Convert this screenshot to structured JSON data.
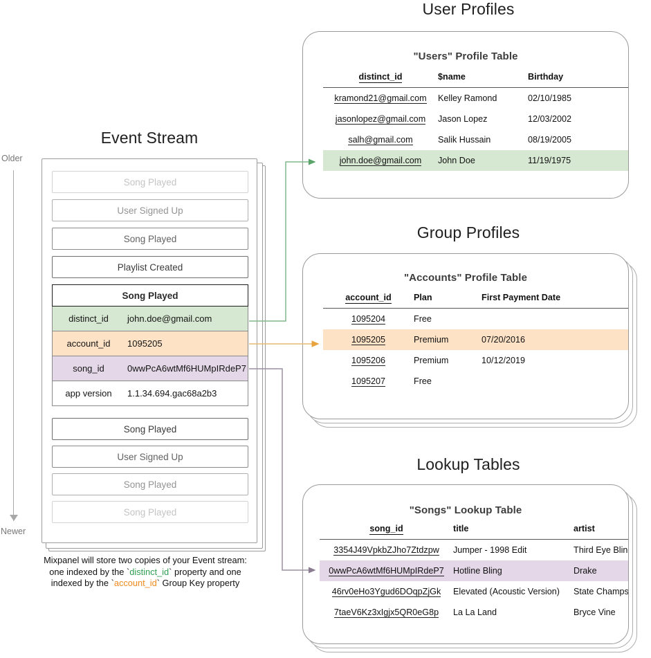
{
  "event_stream": {
    "section_title": "Event Stream",
    "timeline": {
      "older_label": "Older",
      "newer_label": "Newer"
    },
    "events_before": [
      {
        "label": "Song Played",
        "fade": "faded-1"
      },
      {
        "label": "User Signed Up",
        "fade": "faded-2"
      },
      {
        "label": "Song Played",
        "fade": "faded-3"
      },
      {
        "label": "Playlist Created",
        "fade": ""
      }
    ],
    "expanded_event": {
      "title": "Song Played",
      "properties": [
        {
          "key": "distinct_id",
          "value": "john.doe@gmail.com",
          "highlight": "green"
        },
        {
          "key": "account_id",
          "value": "1095205",
          "highlight": "orange"
        },
        {
          "key": "song_id",
          "value": "0wwPcA6wtMf6HUMpIRdeP7",
          "highlight": "purple"
        },
        {
          "key": "app version",
          "value": "1.1.34.694.gac68a2b3",
          "highlight": "none"
        }
      ]
    },
    "events_after": [
      {
        "label": "Song Played",
        "fade": ""
      },
      {
        "label": "User Signed Up",
        "fade": "faded-3"
      },
      {
        "label": "Song Played",
        "fade": "faded-2"
      },
      {
        "label": "Song Played",
        "fade": "faded-1"
      }
    ],
    "caption": {
      "line1": "Mixpanel will store two copies of your Event stream:",
      "line2_pre": "one indexed by the `",
      "line2_token": "distinct_id",
      "line2_post": "` property and one",
      "line3_pre": "indexed by the `",
      "line3_token": "account_id",
      "line3_post": "` Group Key property"
    }
  },
  "user_profiles": {
    "section_title": "User Profiles",
    "table_title": "\"Users\" Profile Table",
    "columns": [
      "distinct_id",
      "$name",
      "Birthday"
    ],
    "rows": [
      {
        "cells": [
          "kramond21@gmail.com",
          "Kelley Ramond",
          "02/10/1985"
        ],
        "highlight": "none"
      },
      {
        "cells": [
          "jasonlopez@gmail.com",
          "Jason Lopez",
          "12/03/2002"
        ],
        "highlight": "none"
      },
      {
        "cells": [
          "salh@gmail.com",
          "Salik Hussain",
          "08/19/2005"
        ],
        "highlight": "none"
      },
      {
        "cells": [
          "john.doe@gmail.com",
          "John Doe",
          "11/19/1975"
        ],
        "highlight": "green"
      }
    ]
  },
  "group_profiles": {
    "section_title": "Group Profiles",
    "table_title": "\"Accounts\" Profile Table",
    "columns": [
      "account_id",
      "Plan",
      "First Payment Date"
    ],
    "rows": [
      {
        "cells": [
          "1095204",
          "Free",
          ""
        ],
        "highlight": "none"
      },
      {
        "cells": [
          "1095205",
          "Premium",
          "07/20/2016"
        ],
        "highlight": "orange"
      },
      {
        "cells": [
          "1095206",
          "Premium",
          "10/12/2019"
        ],
        "highlight": "none"
      },
      {
        "cells": [
          "1095207",
          "Free",
          ""
        ],
        "highlight": "none"
      }
    ]
  },
  "lookup_tables": {
    "section_title": "Lookup Tables",
    "table_title": "\"Songs\" Lookup Table",
    "columns": [
      "song_id",
      "title",
      "artist"
    ],
    "rows": [
      {
        "cells": [
          "3354J49VpkbZJho7Ztdzpw",
          "Jumper - 1998 Edit",
          "Third Eye Blind"
        ],
        "highlight": "none"
      },
      {
        "cells": [
          "0wwPcA6wtMf6HUMpIRdeP7",
          "Hotline Bling",
          "Drake"
        ],
        "highlight": "purple"
      },
      {
        "cells": [
          "46rv0eHo3Ygud6DOqpZjGk",
          "Elevated (Acoustic Version)",
          "State Champs"
        ],
        "highlight": "none"
      },
      {
        "cells": [
          "7taeV6Kz3xIgjx5QR0eG8p",
          "La La Land",
          "Bryce Vine"
        ],
        "highlight": "none"
      }
    ]
  },
  "colors": {
    "green": "#d7e8d2",
    "orange": "#fde2c6",
    "purple": "#e4d8e8",
    "green_arrow": "#5aa469",
    "orange_arrow": "#e8a33d",
    "purple_arrow": "#8a7d91",
    "border": "#9a9a9a"
  }
}
